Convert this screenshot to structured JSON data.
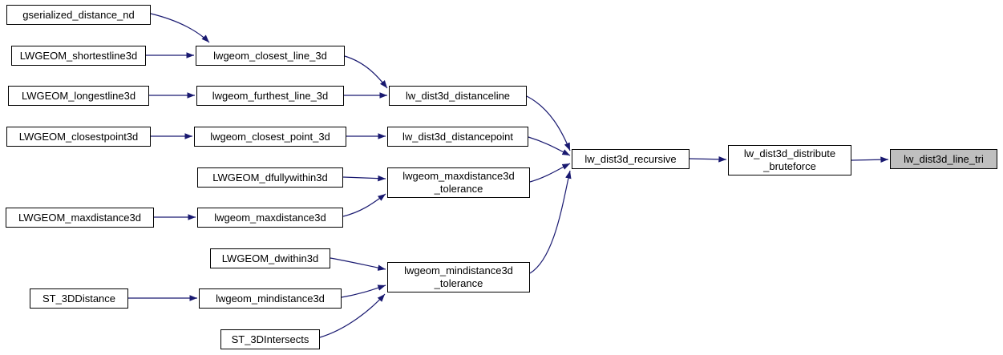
{
  "diagram": {
    "type": "call-graph",
    "edge_color": "#191970",
    "node_bg": "#ffffff",
    "node_border": "#000000",
    "highlight_bg": "#bfbfbf",
    "nodes": [
      {
        "id": "gserialized_distance_nd",
        "lines": [
          "gserialized_distance_nd"
        ]
      },
      {
        "id": "LWGEOM_shortestline3d",
        "lines": [
          "LWGEOM_shortestline3d"
        ]
      },
      {
        "id": "LWGEOM_longestline3d",
        "lines": [
          "LWGEOM_longestline3d"
        ]
      },
      {
        "id": "LWGEOM_closestpoint3d",
        "lines": [
          "LWGEOM_closestpoint3d"
        ]
      },
      {
        "id": "LWGEOM_maxdistance3d",
        "lines": [
          "LWGEOM_maxdistance3d"
        ]
      },
      {
        "id": "ST_3DDistance",
        "lines": [
          "ST_3DDistance"
        ]
      },
      {
        "id": "lwgeom_closest_line_3d",
        "lines": [
          "lwgeom_closest_line_3d"
        ]
      },
      {
        "id": "lwgeom_furthest_line_3d",
        "lines": [
          "lwgeom_furthest_line_3d"
        ]
      },
      {
        "id": "lwgeom_closest_point_3d",
        "lines": [
          "lwgeom_closest_point_3d"
        ]
      },
      {
        "id": "LWGEOM_dfullywithin3d",
        "lines": [
          "LWGEOM_dfullywithin3d"
        ]
      },
      {
        "id": "lwgeom_maxdistance3d",
        "lines": [
          "lwgeom_maxdistance3d"
        ]
      },
      {
        "id": "LWGEOM_dwithin3d",
        "lines": [
          "LWGEOM_dwithin3d"
        ]
      },
      {
        "id": "lwgeom_mindistance3d",
        "lines": [
          "lwgeom_mindistance3d"
        ]
      },
      {
        "id": "ST_3DIntersects",
        "lines": [
          "ST_3DIntersects"
        ]
      },
      {
        "id": "lw_dist3d_distanceline",
        "lines": [
          "lw_dist3d_distanceline"
        ]
      },
      {
        "id": "lw_dist3d_distancepoint",
        "lines": [
          "lw_dist3d_distancepoint"
        ]
      },
      {
        "id": "lwgeom_maxdistance3d_tolerance",
        "lines": [
          "lwgeom_maxdistance3d",
          "_tolerance"
        ]
      },
      {
        "id": "lwgeom_mindistance3d_tolerance",
        "lines": [
          "lwgeom_mindistance3d",
          "_tolerance"
        ]
      },
      {
        "id": "lw_dist3d_recursive",
        "lines": [
          "lw_dist3d_recursive"
        ]
      },
      {
        "id": "lw_dist3d_distribute_bruteforce",
        "lines": [
          "lw_dist3d_distribute",
          "_bruteforce"
        ]
      },
      {
        "id": "lw_dist3d_line_tri",
        "lines": [
          "lw_dist3d_line_tri"
        ],
        "highlighted": true
      }
    ],
    "edges": [
      [
        "gserialized_distance_nd",
        "lwgeom_closest_line_3d"
      ],
      [
        "LWGEOM_shortestline3d",
        "lwgeom_closest_line_3d"
      ],
      [
        "lwgeom_closest_line_3d",
        "lw_dist3d_distanceline"
      ],
      [
        "LWGEOM_longestline3d",
        "lwgeom_furthest_line_3d"
      ],
      [
        "lwgeom_furthest_line_3d",
        "lw_dist3d_distanceline"
      ],
      [
        "LWGEOM_closestpoint3d",
        "lwgeom_closest_point_3d"
      ],
      [
        "lwgeom_closest_point_3d",
        "lw_dist3d_distancepoint"
      ],
      [
        "LWGEOM_dfullywithin3d",
        "lwgeom_maxdistance3d_tolerance"
      ],
      [
        "LWGEOM_maxdistance3d",
        "lwgeom_maxdistance3d"
      ],
      [
        "lwgeom_maxdistance3d",
        "lwgeom_maxdistance3d_tolerance"
      ],
      [
        "LWGEOM_dwithin3d",
        "lwgeom_mindistance3d_tolerance"
      ],
      [
        "ST_3DDistance",
        "lwgeom_mindistance3d"
      ],
      [
        "lwgeom_mindistance3d",
        "lwgeom_mindistance3d_tolerance"
      ],
      [
        "ST_3DIntersects",
        "lwgeom_mindistance3d_tolerance"
      ],
      [
        "lw_dist3d_distanceline",
        "lw_dist3d_recursive"
      ],
      [
        "lw_dist3d_distancepoint",
        "lw_dist3d_recursive"
      ],
      [
        "lwgeom_maxdistance3d_tolerance",
        "lw_dist3d_recursive"
      ],
      [
        "lwgeom_mindistance3d_tolerance",
        "lw_dist3d_recursive"
      ],
      [
        "lw_dist3d_recursive",
        "lw_dist3d_distribute_bruteforce"
      ],
      [
        "lw_dist3d_distribute_bruteforce",
        "lw_dist3d_line_tri"
      ]
    ]
  }
}
